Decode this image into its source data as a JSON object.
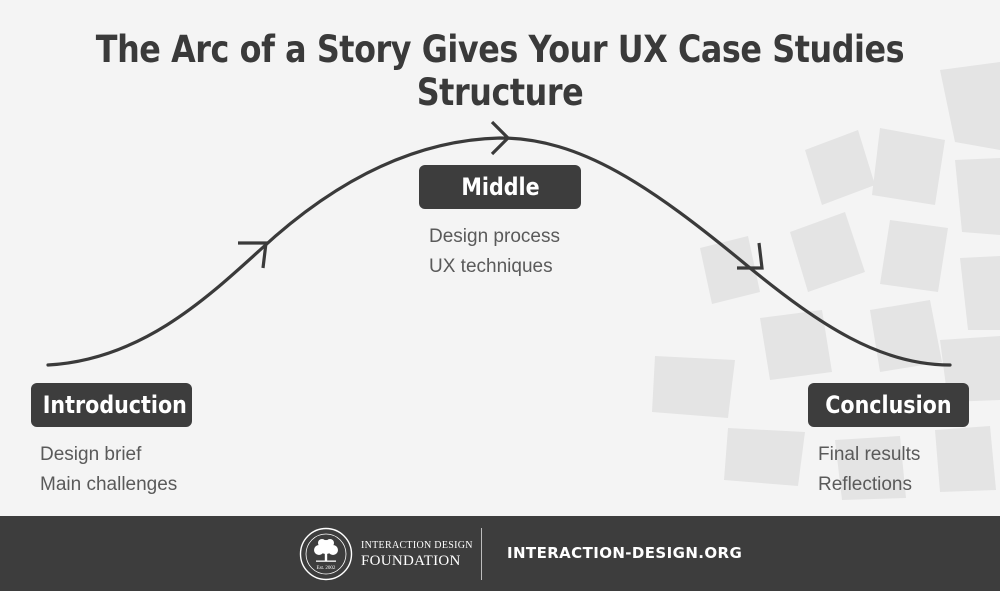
{
  "title": "The Arc of a Story Gives Your UX Case Studies Structure",
  "colors": {
    "background": "#f4f4f4",
    "dark": "#3d3d3d",
    "text_muted": "#5a5a5a",
    "decoration": "#e2e2e2"
  },
  "stages": [
    {
      "label": "Introduction",
      "items": [
        "Design brief",
        "Main challenges"
      ]
    },
    {
      "label": "Middle",
      "items": [
        "Design process",
        "UX techniques"
      ]
    },
    {
      "label": "Conclusion",
      "items": [
        "Final results",
        "Reflections"
      ]
    }
  ],
  "footer": {
    "org_line1": "INTERACTION DESIGN",
    "org_line2": "FOUNDATION",
    "logo_text": "Est. 2002",
    "site": "INTERACTION-DESIGN.ORG"
  }
}
